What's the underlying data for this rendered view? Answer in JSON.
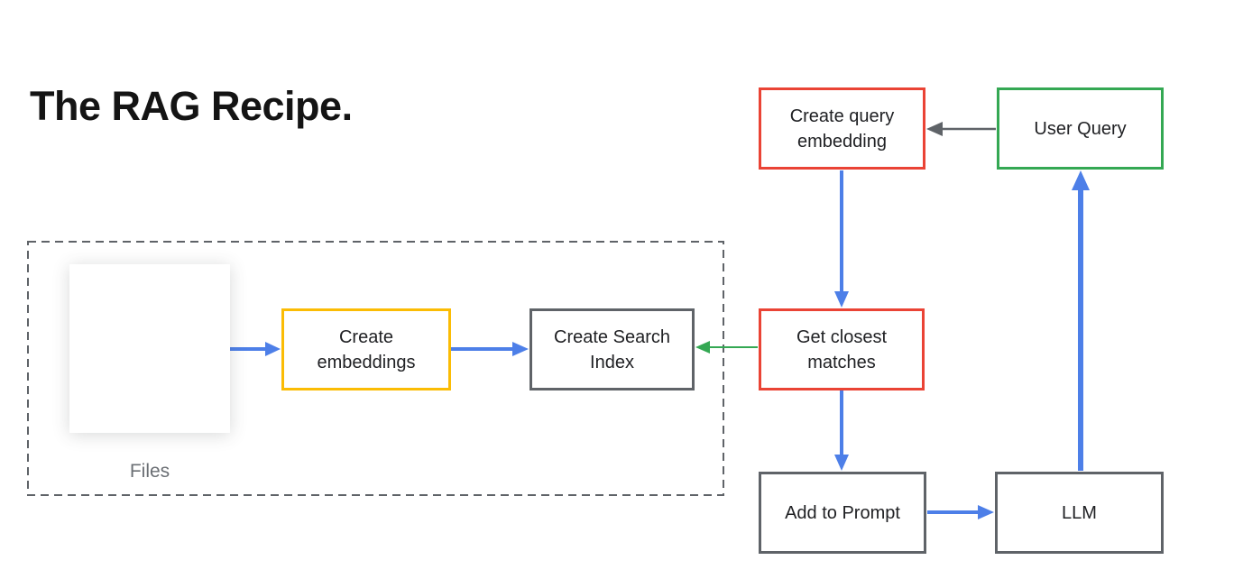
{
  "title": "The RAG Recipe.",
  "colors": {
    "red": "#ea4335",
    "green": "#34a853",
    "yellow": "#fbbc04",
    "blue": "#4d7fe8",
    "gray": "#5f6368",
    "text": "#202124"
  },
  "nodes": {
    "create_query_embedding": {
      "label": "Create query\nembedding",
      "border": "red"
    },
    "user_query": {
      "label": "User Query",
      "border": "green"
    },
    "get_closest_matches": {
      "label": "Get closest\nmatches",
      "border": "red"
    },
    "add_to_prompt": {
      "label": "Add to Prompt",
      "border": "gray"
    },
    "llm": {
      "label": "LLM",
      "border": "gray"
    },
    "create_embeddings": {
      "label": "Create\nembeddings",
      "border": "yellow"
    },
    "create_search_index": {
      "label": "Create Search\nIndex",
      "border": "gray"
    }
  },
  "files_group": {
    "label": "Files"
  },
  "edges": [
    {
      "from": "files",
      "to": "create_embeddings",
      "color": "blue"
    },
    {
      "from": "create_embeddings",
      "to": "create_search_index",
      "color": "blue"
    },
    {
      "from": "get_closest_matches",
      "to": "create_search_index",
      "color": "green"
    },
    {
      "from": "user_query",
      "to": "create_query_embedding",
      "color": "gray"
    },
    {
      "from": "create_query_embedding",
      "to": "get_closest_matches",
      "color": "blue"
    },
    {
      "from": "get_closest_matches",
      "to": "add_to_prompt",
      "color": "blue"
    },
    {
      "from": "add_to_prompt",
      "to": "llm",
      "color": "blue"
    },
    {
      "from": "llm",
      "to": "user_query",
      "color": "blue"
    }
  ]
}
